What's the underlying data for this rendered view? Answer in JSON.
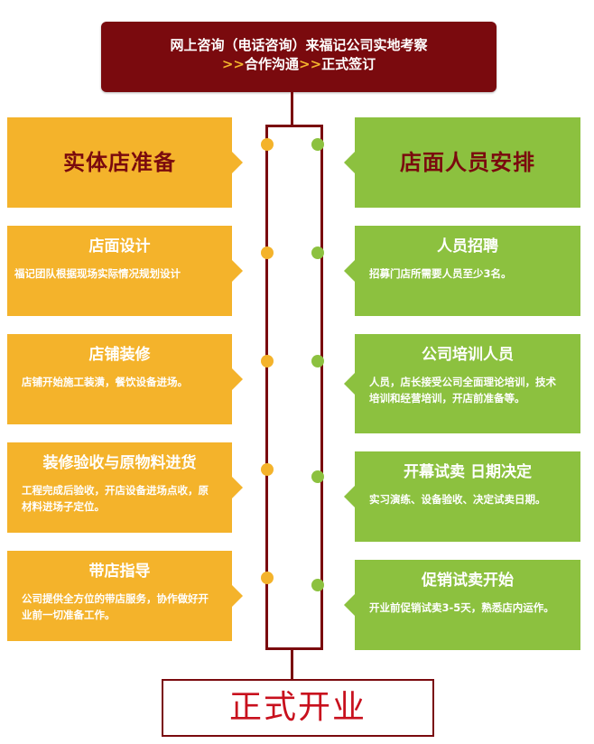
{
  "header": {
    "line1": "网上咨询（电话咨询）来福记公司实地考察",
    "arrow1": ">>",
    "step1": "合作沟通",
    "arrow2": ">>",
    "step2": "正式签订"
  },
  "left_header": "实体店准备",
  "right_header": "店面人员安排",
  "left_cards": [
    {
      "title": "店面设计",
      "desc": "福记团队根据现场实际情况规划设计"
    },
    {
      "title": "店铺装修",
      "desc": "店铺开始施工装潢，餐饮设备进场。"
    },
    {
      "title": "装修验收与原物料进货",
      "desc": "工程完成后验收，开店设备进场点收，原材料进场子定位。"
    },
    {
      "title": "带店指导",
      "desc": "公司提供全方位的带店服务，协作做好开业前一切准备工作。"
    }
  ],
  "right_cards": [
    {
      "title": "人员招聘",
      "desc": "招募门店所需要人员至少3名。"
    },
    {
      "title": "公司培训人员",
      "desc": "人员，店长接受公司全面理论培训，技术培训和经营培训，开店前准备等。"
    },
    {
      "title": "开幕试卖 日期决定",
      "desc": "实习演练、设备验收、决定试卖日期。"
    },
    {
      "title": "促销试卖开始",
      "desc": "开业前促销试卖3-5天，熟悉店内运作。"
    }
  ],
  "footer": "正式开业",
  "colors": {
    "dark_red": "#7a0a0e",
    "orange": "#f4b32b",
    "green": "#8cc13f",
    "red_text": "#c8101d"
  }
}
